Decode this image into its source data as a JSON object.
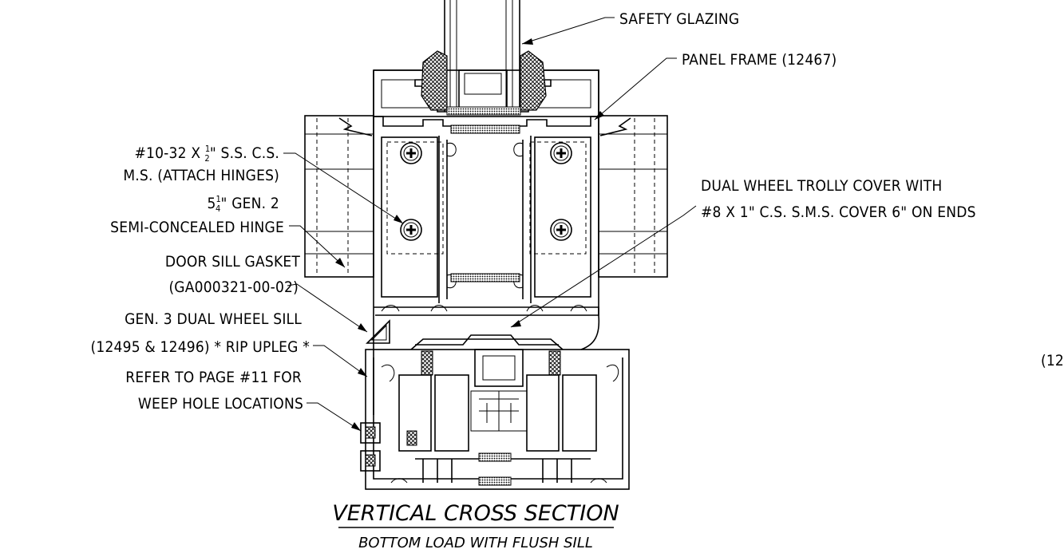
{
  "labels": {
    "safety_glazing": "SAFETY GLAZING",
    "panel_frame": "PANEL FRAME (12467)",
    "screw_line1_pre": "#10-32 X ",
    "screw_line1_frac_num": "1",
    "screw_line1_frac_den": "2",
    "screw_line1_post": "\" S.S. C.S.",
    "screw_line2": "M.S. (ATTACH HINGES)",
    "hinge_line1_pre": "5",
    "hinge_line1_frac_num": "1",
    "hinge_line1_frac_den": "4",
    "hinge_line1_post": "\" GEN. 2",
    "hinge_line2": "SEMI-CONCEALED HINGE",
    "gasket_line1": "DOOR SILL GASKET",
    "gasket_line2": "(GA000321-00-02)",
    "sill_line1": "GEN. 3 DUAL WHEEL SILL",
    "sill_line2": "(12495 & 12496) * RIP UPLEG *",
    "weep_line1": "REFER TO PAGE #11 FOR",
    "weep_line2": "WEEP HOLE LOCATIONS",
    "trolly_line1": "DUAL WHEEL TROLLY COVER WITH",
    "trolly_line2": "#8 X 1\" C.S. S.M.S. COVER 6\" ON ENDS",
    "cut_text": "(12"
  },
  "title": "VERTICAL CROSS SECTION",
  "subtitle": "BOTTOM LOAD WITH FLUSH SILL"
}
